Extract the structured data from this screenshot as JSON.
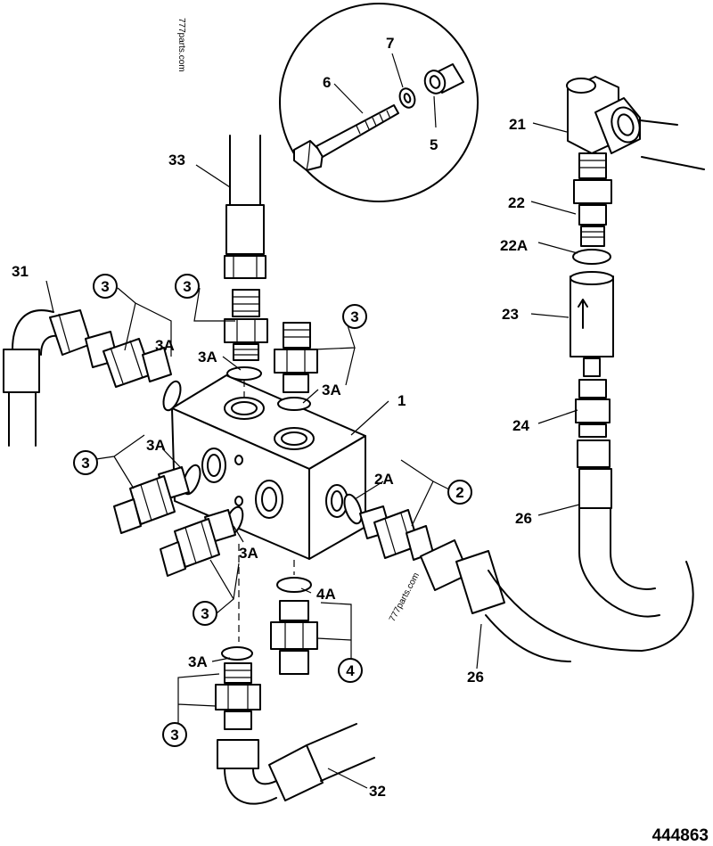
{
  "watermark_top": "777parts.com",
  "watermark_mid": "777parts.com",
  "reference_number": "444863",
  "labels": {
    "n1": "1",
    "n2": "2",
    "n2a": "2A",
    "n3a_1": "3A",
    "n3a_2": "3A",
    "n3a_3": "3A",
    "n3a_4": "3A",
    "n3a_5": "3A",
    "n3a_6": "3A",
    "n4": "4",
    "n4a": "4A",
    "n5": "5",
    "n6": "6",
    "n7": "7",
    "n21": "21",
    "n22": "22",
    "n22a": "22A",
    "n23": "23",
    "n24": "24",
    "n26_a": "26",
    "n26_b": "26",
    "n31": "31",
    "n32": "32",
    "n33": "33"
  },
  "circled": {
    "c3_top_left": "3",
    "c3_top_mid": "3",
    "c3_top_right": "3",
    "c3_left": "3",
    "c3_bottom_mid": "3",
    "c3_bottom_left": "3",
    "c2": "2",
    "c4": "4"
  }
}
